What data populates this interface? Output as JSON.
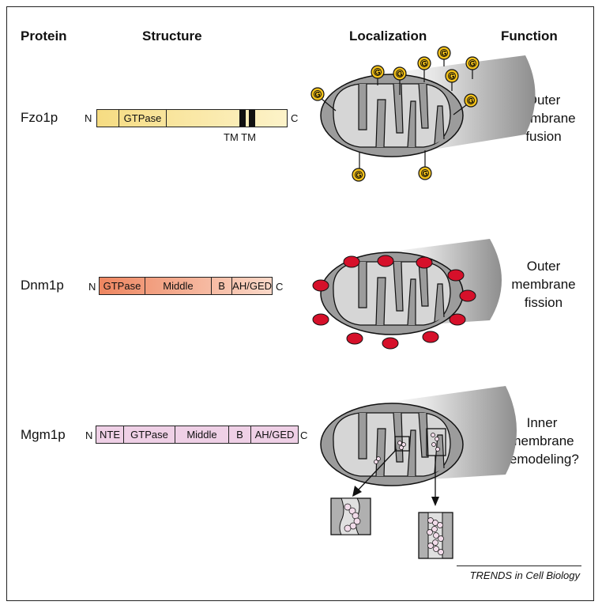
{
  "headers": {
    "protein": "Protein",
    "structure": "Structure",
    "localization": "Localization",
    "function": "Function"
  },
  "rows": [
    {
      "protein": "Fzo1p",
      "n_term": "N",
      "c_term": "C",
      "domains": [
        "",
        "GTPase",
        "",
        "",
        ""
      ],
      "tm_labels": "TM TM",
      "function_lines": [
        "Outer",
        "membrane",
        "fusion"
      ],
      "gtpase_marker": "G"
    },
    {
      "protein": "Dnm1p",
      "n_term": "N",
      "c_term": "C",
      "domains": [
        "GTPase",
        "Middle",
        "B",
        "AH/GED"
      ],
      "function_lines": [
        "Outer",
        "membrane",
        "fission"
      ]
    },
    {
      "protein": "Mgm1p",
      "n_term": "N",
      "c_term": "C",
      "domains": [
        "NTE",
        "GTPase",
        "Middle",
        "B",
        "AH/GED"
      ],
      "function_lines": [
        "Inner",
        "membrane",
        "remodeling?"
      ]
    }
  ],
  "credit": "TRENDS in Cell Biology",
  "colors": {
    "fzo_fill": "#fbe9a6",
    "dnm_fill": "#f08f6b",
    "mgm_fill": "#efd0e6",
    "g_marker": "#f4c21a",
    "dnm_blob": "#d6102a",
    "mito_gray": "#9c9c9c",
    "cristae": "#d6d6d6"
  }
}
